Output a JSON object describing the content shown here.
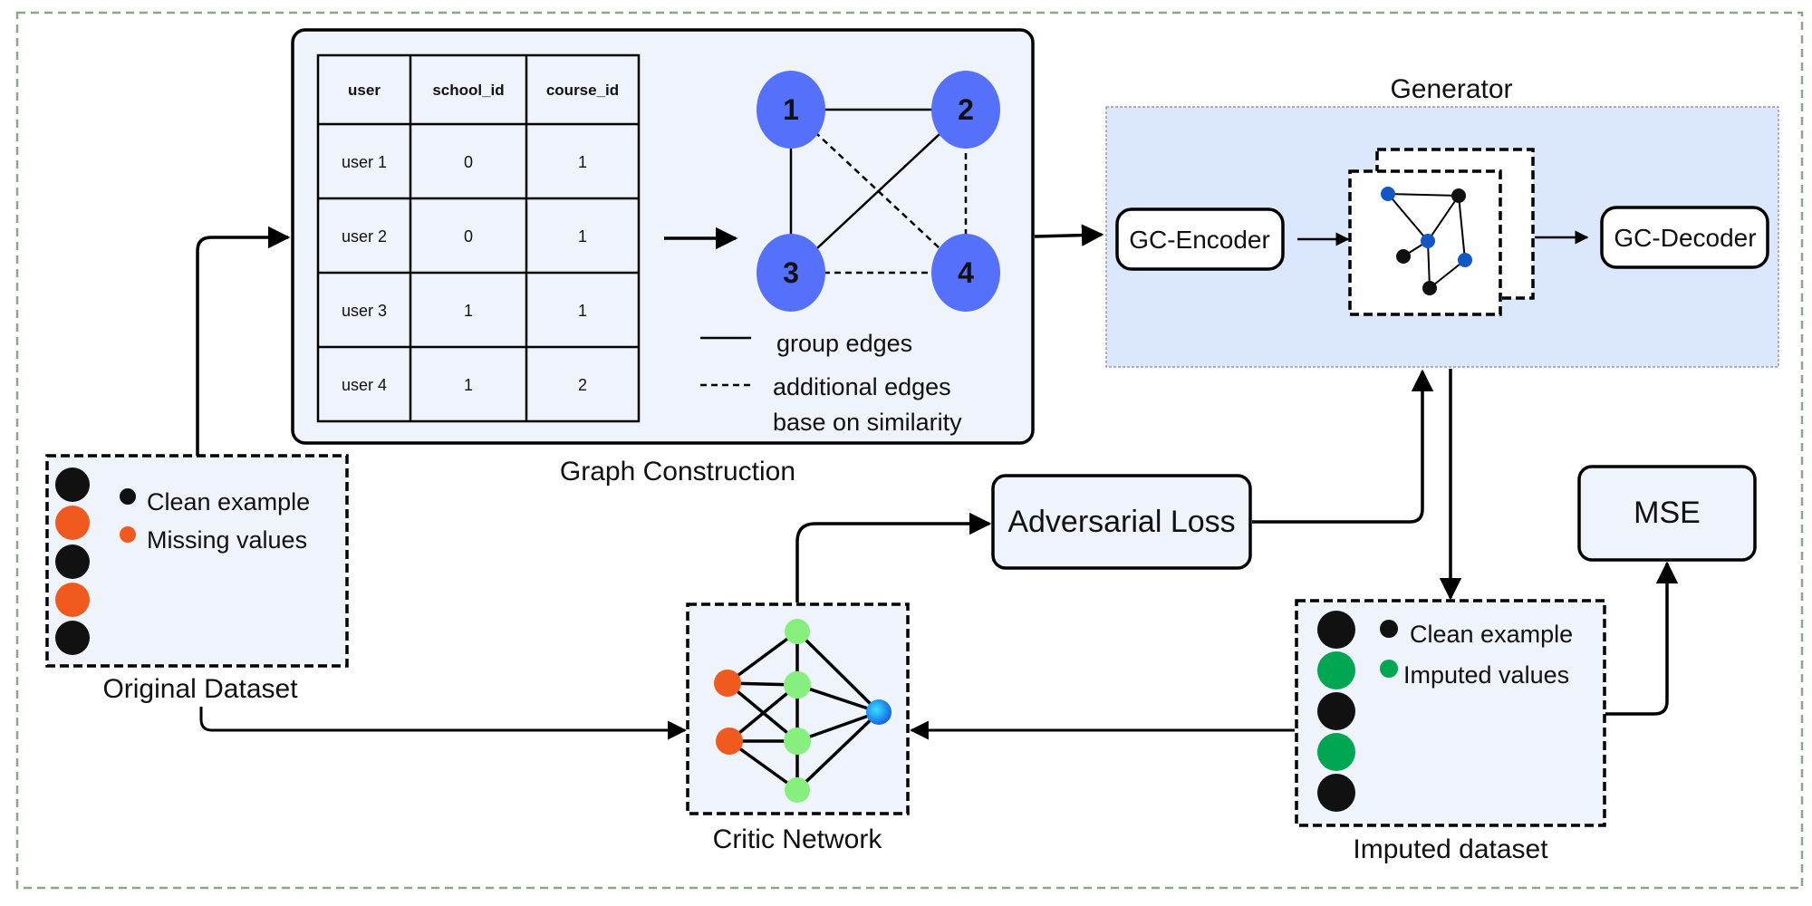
{
  "graph_construction": {
    "title": "Graph Construction",
    "table": {
      "headers": [
        "user",
        "school_id",
        "course_id"
      ],
      "rows": [
        [
          "user 1",
          "0",
          "1"
        ],
        [
          "user 2",
          "0",
          "1"
        ],
        [
          "user 3",
          "1",
          "1"
        ],
        [
          "user 4",
          "1",
          "2"
        ]
      ]
    },
    "nodes": [
      "1",
      "2",
      "3",
      "4"
    ],
    "legend": {
      "solid": "group edges",
      "dashed_line1": "additional edges",
      "dashed_line2": "base on similarity"
    }
  },
  "generator": {
    "title": "Generator",
    "encoder": "GC-Encoder",
    "decoder": "GC-Decoder"
  },
  "original_dataset": {
    "title": "Original Dataset",
    "legend_clean": "Clean example",
    "legend_missing": "Missing values"
  },
  "adversarial_loss": "Adversarial Loss",
  "critic": {
    "title": "Critic Network"
  },
  "mse": "MSE",
  "imputed_dataset": {
    "title": "Imputed dataset",
    "legend_clean": "Clean example",
    "legend_imputed": "Imputed values"
  },
  "colors": {
    "node_blue": "#5570fb",
    "missing_orange": "#f05a1f",
    "imputed_green": "#00a651",
    "critic_green": "#86ef7e",
    "panel_fill": "#eef3fc",
    "generator_fill": "#dbe7fd",
    "border_green": "#8aa889"
  }
}
